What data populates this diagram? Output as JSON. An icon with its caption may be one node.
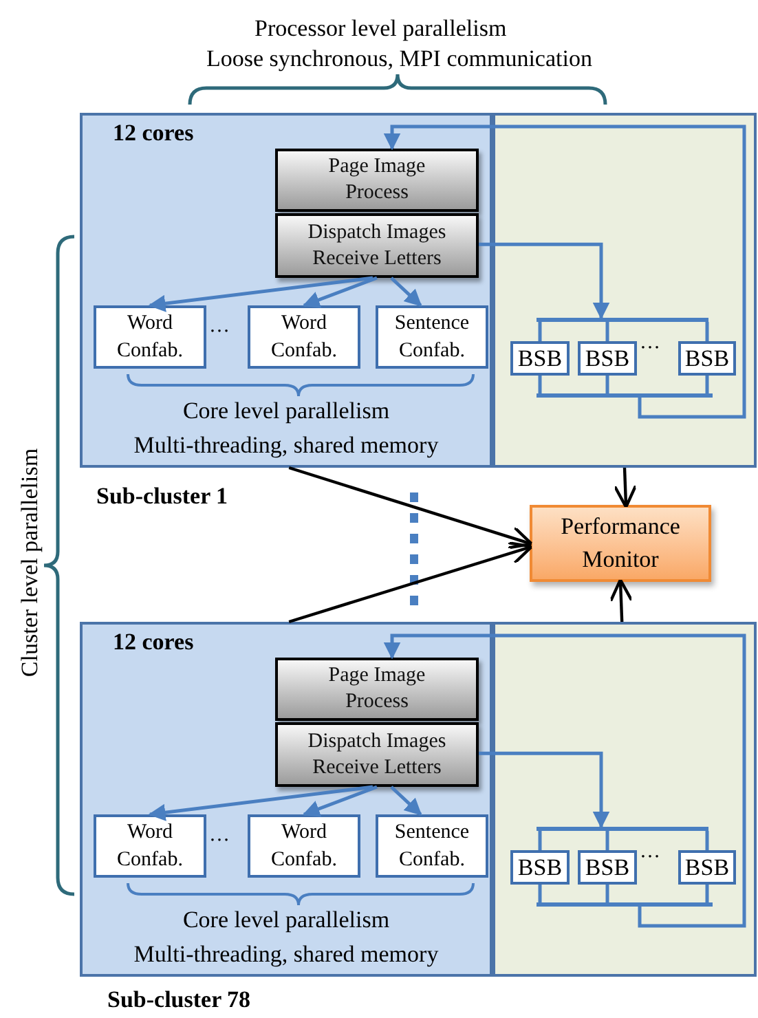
{
  "diagram": {
    "nodes": [
      {
        "text": [
          "12 cores",
          "Core level parallelism",
          "Multi-threading, shared memory"
        ]
      },
      {
        "text": [
          "Page Image Process"
        ],
        "in": 0
      },
      {
        "text": [
          "Dispatch Images Receive Letters"
        ],
        "in": 0
      },
      {
        "text": [
          "Word Confab."
        ],
        "in": 0
      },
      {
        "text": [
          "Word Confab."
        ],
        "in": 0
      },
      {
        "text": [
          "Sentence Confab."
        ],
        "in": 0
      },
      {
        "text": [],
        "shape": "box"
      },
      {
        "text": [],
        "shape": "bar",
        "in": 6
      },
      {
        "text": [
          "BSB"
        ],
        "in": 6
      },
      {
        "text": [
          "BSB"
        ],
        "in": 6
      },
      {
        "text": [
          "BSB"
        ],
        "in": 6
      },
      {
        "text": [],
        "shape": "bar",
        "in": 6
      },
      {
        "text": [
          "Performance Monitor"
        ]
      },
      {
        "text": [
          "12 cores",
          "Core level parallelism",
          "Multi-threading, shared memory"
        ]
      },
      {
        "text": [
          "Page Image Process"
        ],
        "in": 13
      },
      {
        "text": [
          "Dispatch Images Receive Letters"
        ],
        "in": 13
      },
      {
        "text": [
          "Word Confab."
        ],
        "in": 13
      },
      {
        "text": [
          "Word Confab."
        ],
        "in": 13
      },
      {
        "text": [
          "Sentence Confab."
        ],
        "in": 13
      },
      {
        "text": [],
        "shape": "box"
      },
      {
        "text": [],
        "shape": "bar",
        "in": 19
      },
      {
        "text": [
          "BSB"
        ],
        "in": 19
      },
      {
        "text": [
          "BSB"
        ],
        "in": 19
      },
      {
        "text": [
          "BSB"
        ],
        "in": 19
      },
      {
        "text": [],
        "shape": "bar",
        "in": 19
      }
    ],
    "edges": [
      {
        "from": 2,
        "to": 3,
        "arrow": "to"
      },
      {
        "from": 2,
        "to": 4,
        "arrow": "to"
      },
      {
        "from": 2,
        "to": 5,
        "arrow": "to"
      },
      {
        "from": 2,
        "to": 7,
        "arrow": "to"
      },
      {
        "from": 7,
        "to": 8,
        "arrow": "none"
      },
      {
        "from": 7,
        "to": 9,
        "arrow": "none"
      },
      {
        "from": 7,
        "to": 10,
        "arrow": "none"
      },
      {
        "from": 8,
        "to": 11,
        "arrow": "none"
      },
      {
        "from": 9,
        "to": 11,
        "arrow": "none"
      },
      {
        "from": 10,
        "to": 11,
        "arrow": "none"
      },
      {
        "from": 11,
        "to": 1,
        "arrow": "to"
      },
      {
        "from": 0,
        "to": 12,
        "arrow": "to",
        "color": "#000000"
      },
      {
        "from": 6,
        "to": 12,
        "arrow": "to",
        "color": "#000000"
      },
      {
        "from": 15,
        "to": 16,
        "arrow": "to"
      },
      {
        "from": 15,
        "to": 17,
        "arrow": "to"
      },
      {
        "from": 15,
        "to": 18,
        "arrow": "to"
      },
      {
        "from": 15,
        "to": 20,
        "arrow": "to"
      },
      {
        "from": 20,
        "to": 21,
        "arrow": "none"
      },
      {
        "from": 20,
        "to": 22,
        "arrow": "none"
      },
      {
        "from": 20,
        "to": 23,
        "arrow": "none"
      },
      {
        "from": 21,
        "to": 24,
        "arrow": "none"
      },
      {
        "from": 22,
        "to": 24,
        "arrow": "none"
      },
      {
        "from": 23,
        "to": 24,
        "arrow": "none"
      },
      {
        "from": 24,
        "to": 14,
        "arrow": "to"
      },
      {
        "from": 13,
        "to": 12,
        "arrow": "to",
        "color": "#000000"
      },
      {
        "from": 19,
        "to": 12,
        "arrow": "to",
        "color": "#000000"
      }
    ],
    "labels": [
      "Processor level parallelism",
      "Loose synchronous, MPI communication",
      "Cluster level parallelism",
      "…",
      "…",
      "Sub-cluster 1",
      "…",
      "…",
      "Sub-cluster 78"
    ]
  }
}
